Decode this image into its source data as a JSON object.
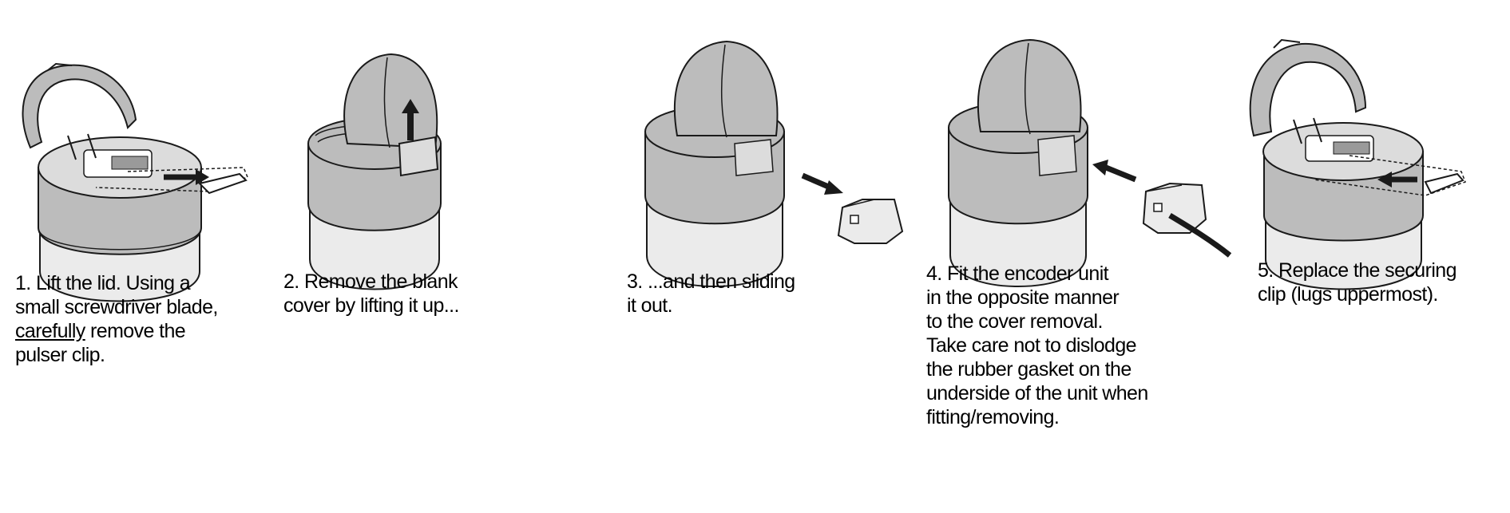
{
  "colors": {
    "housing_gray": "#bcbcbc",
    "body_light": "#ebebeb",
    "outline": "#1a1a1a"
  },
  "steps": [
    {
      "number": "1.",
      "lines": [
        "Lift the lid. Using a",
        "small screwdriver blade,"
      ],
      "underlined_word": "carefully",
      "line3_rest": " remove the",
      "line4": "pulser clip."
    },
    {
      "number": "2.",
      "lines": [
        "Remove the blank",
        "cover by lifting it up..."
      ]
    },
    {
      "number": "3.",
      "lines": [
        "...and then sliding",
        "it out."
      ]
    },
    {
      "number": "4.",
      "lines": [
        "Fit the encoder unit",
        "in the opposite manner",
        "to the cover removal.",
        "Take care not to dislodge",
        "the rubber gasket on the",
        "underside of the unit when",
        "fitting/removing."
      ]
    },
    {
      "number": "5.",
      "lines": [
        "Replace the securing",
        "clip (lugs uppermost)."
      ]
    }
  ]
}
